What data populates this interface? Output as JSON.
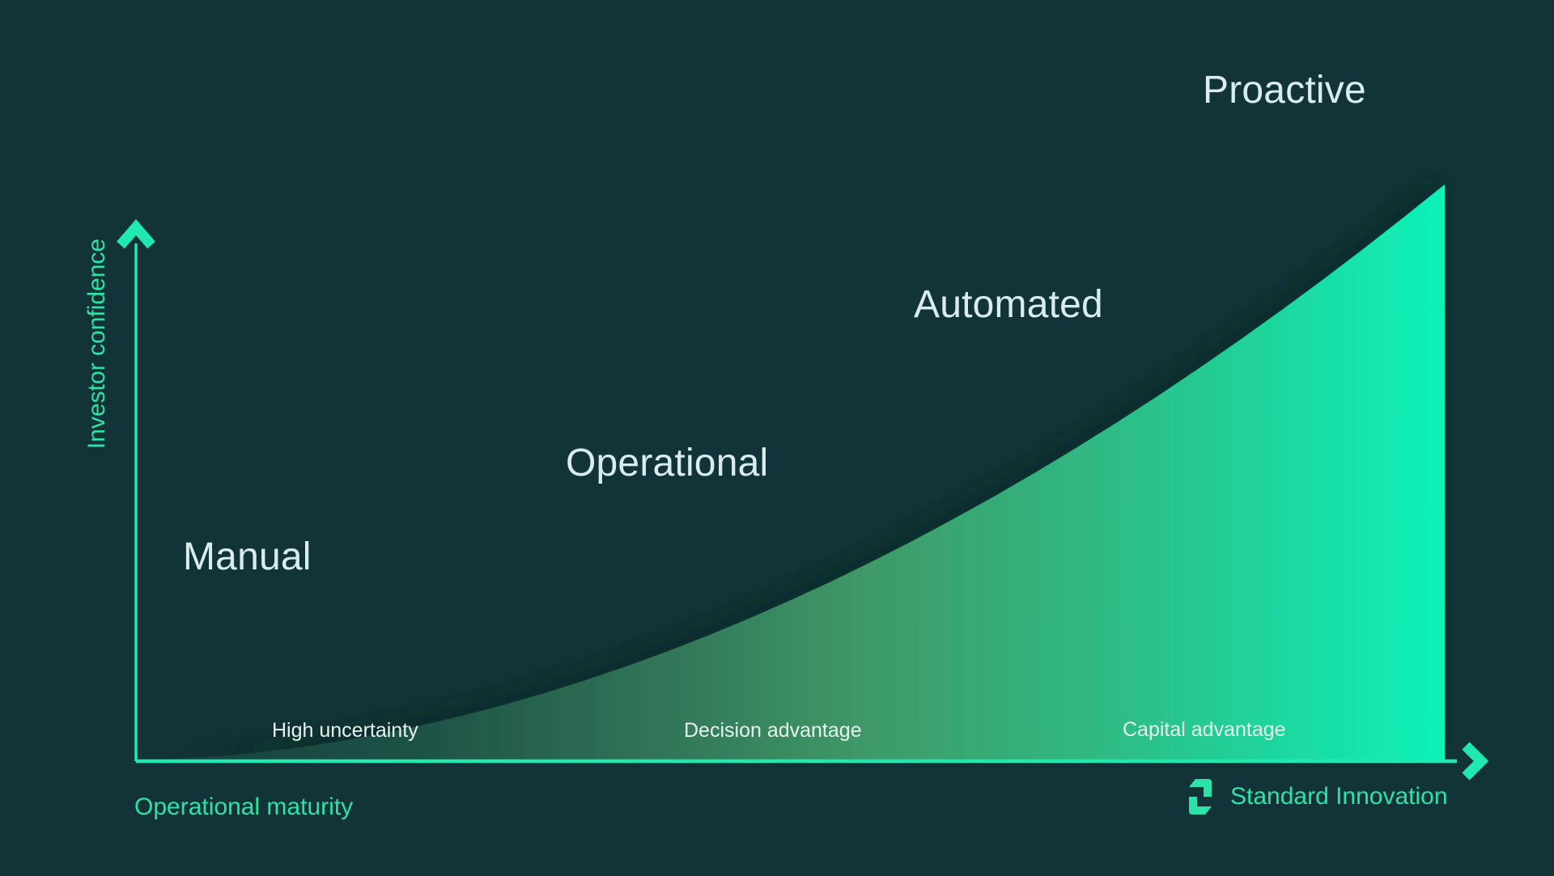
{
  "colors": {
    "background": "#123438",
    "axis_line": "#1fe9b0",
    "axis_label": "#2be3a7",
    "stage_label": "#d9ecee",
    "zone_label": "#e6f4ee"
  },
  "chart_data": {
    "type": "area",
    "title": "",
    "xlabel": "Operational maturity",
    "ylabel": "Investor confidence",
    "legend": "none",
    "grid": false,
    "axes": "unlabeled conceptual axes with arrowheads, no ticks",
    "stages": [
      {
        "label": "Manual"
      },
      {
        "label": "Operational"
      },
      {
        "label": "Automated"
      },
      {
        "label": "Proactive"
      }
    ],
    "zone_labels": [
      "High uncertainty",
      "Decision advantage",
      "Capital advantage"
    ],
    "curve": {
      "description": "Exponential-style growth area: investor confidence rises with operational maturity",
      "x_range": [
        0,
        1
      ],
      "y_range": [
        0,
        1
      ],
      "points": [
        [
          0,
          0
        ],
        [
          0.03125,
          0.0016
        ],
        [
          0.0625,
          0.0059
        ],
        [
          0.09375,
          0.0125
        ],
        [
          0.125,
          0.0213
        ],
        [
          0.15625,
          0.0323
        ],
        [
          0.1875,
          0.0452
        ],
        [
          0.21875,
          0.0601
        ],
        [
          0.25,
          0.0769
        ],
        [
          0.28125,
          0.0957
        ],
        [
          0.3125,
          0.1162
        ],
        [
          0.34375,
          0.1387
        ],
        [
          0.375,
          0.1629
        ],
        [
          0.40625,
          0.1889
        ],
        [
          0.4375,
          0.2166
        ],
        [
          0.46875,
          0.2461
        ],
        [
          0.5,
          0.2774
        ],
        [
          0.53125,
          0.3103
        ],
        [
          0.5625,
          0.3449
        ],
        [
          0.59375,
          0.3812
        ],
        [
          0.625,
          0.4192
        ],
        [
          0.65625,
          0.4587
        ],
        [
          0.6875,
          0.5
        ],
        [
          0.71875,
          0.5429
        ],
        [
          0.75,
          0.5873
        ],
        [
          0.78125,
          0.6333
        ],
        [
          0.8125,
          0.6811
        ],
        [
          0.84375,
          0.7303
        ],
        [
          0.875,
          0.7811
        ],
        [
          0.90625,
          0.8335
        ],
        [
          0.9375,
          0.8875
        ],
        [
          0.96875,
          0.943
        ],
        [
          1,
          1
        ]
      ]
    },
    "gradient": [
      {
        "offset": 0,
        "color": "#153f3e"
      },
      {
        "offset": 0.22,
        "color": "#1e5346"
      },
      {
        "offset": 0.42,
        "color": "#33795a"
      },
      {
        "offset": 0.56,
        "color": "#3f9a68"
      },
      {
        "offset": 0.75,
        "color": "#2ebc85"
      },
      {
        "offset": 1,
        "color": "#0df2ba"
      }
    ]
  },
  "footer": {
    "brand_name": "Standard Innovation"
  }
}
